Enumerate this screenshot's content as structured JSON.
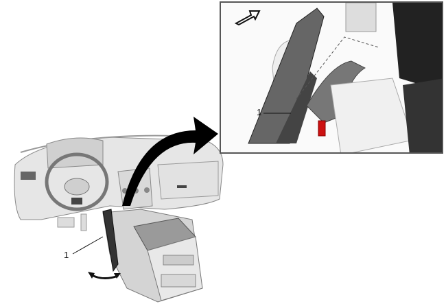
{
  "diagram": {
    "overview": {
      "callout_label": "1",
      "description": "Vehicle dashboard and center console, side trim panel indicated"
    },
    "detail_view": {
      "callout_label": "1",
      "description": "Enlarged view of console side panel with red retaining clip"
    },
    "colors": {
      "line": "#111111",
      "fill_light": "#e8e8e8",
      "fill_mid": "#bdbdbd",
      "fill_dark": "#555555",
      "clip_red": "#cc1111",
      "frame": "#555555"
    }
  }
}
